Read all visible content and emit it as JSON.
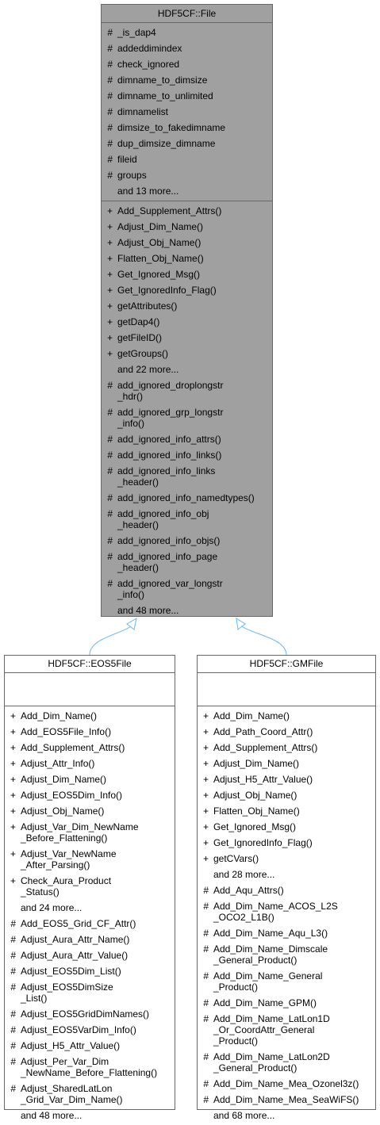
{
  "base": {
    "name": "HDF5CF::File",
    "attributes": [
      {
        "vis": "#",
        "lines": [
          "_is_dap4"
        ]
      },
      {
        "vis": "#",
        "lines": [
          "addeddimindex"
        ]
      },
      {
        "vis": "#",
        "lines": [
          "check_ignored"
        ]
      },
      {
        "vis": "#",
        "lines": [
          "dimname_to_dimsize"
        ]
      },
      {
        "vis": "#",
        "lines": [
          "dimname_to_unlimited"
        ]
      },
      {
        "vis": "#",
        "lines": [
          "dimnamelist"
        ]
      },
      {
        "vis": "#",
        "lines": [
          "dimsize_to_fakedimname"
        ]
      },
      {
        "vis": "#",
        "lines": [
          "dup_dimsize_dimname"
        ]
      },
      {
        "vis": "#",
        "lines": [
          "fileid"
        ]
      },
      {
        "vis": "#",
        "lines": [
          "groups"
        ]
      }
    ],
    "attributes_more": "and 13 more...",
    "methods": [
      {
        "vis": "+",
        "lines": [
          "Add_Supplement_Attrs()"
        ]
      },
      {
        "vis": "+",
        "lines": [
          "Adjust_Dim_Name()"
        ]
      },
      {
        "vis": "+",
        "lines": [
          "Adjust_Obj_Name()"
        ]
      },
      {
        "vis": "+",
        "lines": [
          "Flatten_Obj_Name()"
        ]
      },
      {
        "vis": "+",
        "lines": [
          "Get_Ignored_Msg()"
        ]
      },
      {
        "vis": "+",
        "lines": [
          "Get_IgnoredInfo_Flag()"
        ]
      },
      {
        "vis": "+",
        "lines": [
          "getAttributes()"
        ]
      },
      {
        "vis": "+",
        "lines": [
          "getDap4()"
        ]
      },
      {
        "vis": "+",
        "lines": [
          "getFileID()"
        ]
      },
      {
        "vis": "+",
        "lines": [
          "getGroups()"
        ]
      }
    ],
    "methods_more": "and 22 more...",
    "protected_methods": [
      {
        "vis": "#",
        "lines": [
          "add_ignored_droplongstr",
          "_hdr()"
        ]
      },
      {
        "vis": "#",
        "lines": [
          "add_ignored_grp_longstr",
          "_info()"
        ]
      },
      {
        "vis": "#",
        "lines": [
          "add_ignored_info_attrs()"
        ]
      },
      {
        "vis": "#",
        "lines": [
          "add_ignored_info_links()"
        ]
      },
      {
        "vis": "#",
        "lines": [
          "add_ignored_info_links",
          "_header()"
        ]
      },
      {
        "vis": "#",
        "lines": [
          "add_ignored_info_namedtypes()"
        ]
      },
      {
        "vis": "#",
        "lines": [
          "add_ignored_info_obj",
          "_header()"
        ]
      },
      {
        "vis": "#",
        "lines": [
          "add_ignored_info_objs()"
        ]
      },
      {
        "vis": "#",
        "lines": [
          "add_ignored_info_page",
          "_header()"
        ]
      },
      {
        "vis": "#",
        "lines": [
          "add_ignored_var_longstr",
          "_info()"
        ]
      }
    ],
    "protected_more": "and 48 more..."
  },
  "eos5": {
    "name": "HDF5CF::EOS5File",
    "methods": [
      {
        "vis": "+",
        "lines": [
          "Add_Dim_Name()"
        ]
      },
      {
        "vis": "+",
        "lines": [
          "Add_EOS5File_Info()"
        ]
      },
      {
        "vis": "+",
        "lines": [
          "Add_Supplement_Attrs()"
        ]
      },
      {
        "vis": "+",
        "lines": [
          "Adjust_Attr_Info()"
        ]
      },
      {
        "vis": "+",
        "lines": [
          "Adjust_Dim_Name()"
        ]
      },
      {
        "vis": "+",
        "lines": [
          "Adjust_EOS5Dim_Info()"
        ]
      },
      {
        "vis": "+",
        "lines": [
          "Adjust_Obj_Name()"
        ]
      },
      {
        "vis": "+",
        "lines": [
          "Adjust_Var_Dim_NewName",
          "_Before_Flattening()"
        ]
      },
      {
        "vis": "+",
        "lines": [
          "Adjust_Var_NewName",
          "_After_Parsing()"
        ]
      },
      {
        "vis": "+",
        "lines": [
          "Check_Aura_Product",
          "_Status()"
        ]
      }
    ],
    "methods_more": "and 24 more...",
    "protected_methods": [
      {
        "vis": "#",
        "lines": [
          "Add_EOS5_Grid_CF_Attr()"
        ]
      },
      {
        "vis": "#",
        "lines": [
          "Adjust_Aura_Attr_Name()"
        ]
      },
      {
        "vis": "#",
        "lines": [
          "Adjust_Aura_Attr_Value()"
        ]
      },
      {
        "vis": "#",
        "lines": [
          "Adjust_EOS5Dim_List()"
        ]
      },
      {
        "vis": "#",
        "lines": [
          "Adjust_EOS5DimSize",
          "_List()"
        ]
      },
      {
        "vis": "#",
        "lines": [
          "Adjust_EOS5GridDimNames()"
        ]
      },
      {
        "vis": "#",
        "lines": [
          "Adjust_EOS5VarDim_Info()"
        ]
      },
      {
        "vis": "#",
        "lines": [
          "Adjust_H5_Attr_Value()"
        ]
      },
      {
        "vis": "#",
        "lines": [
          "Adjust_Per_Var_Dim",
          "_NewName_Before_Flattening()"
        ]
      },
      {
        "vis": "#",
        "lines": [
          "Adjust_SharedLatLon",
          "_Grid_Var_Dim_Name()"
        ]
      }
    ],
    "protected_more": "and 48 more..."
  },
  "gm": {
    "name": "HDF5CF::GMFile",
    "methods": [
      {
        "vis": "+",
        "lines": [
          "Add_Dim_Name()"
        ]
      },
      {
        "vis": "+",
        "lines": [
          "Add_Path_Coord_Attr()"
        ]
      },
      {
        "vis": "+",
        "lines": [
          "Add_Supplement_Attrs()"
        ]
      },
      {
        "vis": "+",
        "lines": [
          "Adjust_Dim_Name()"
        ]
      },
      {
        "vis": "+",
        "lines": [
          "Adjust_H5_Attr_Value()"
        ]
      },
      {
        "vis": "+",
        "lines": [
          "Adjust_Obj_Name()"
        ]
      },
      {
        "vis": "+",
        "lines": [
          "Flatten_Obj_Name()"
        ]
      },
      {
        "vis": "+",
        "lines": [
          "Get_Ignored_Msg()"
        ]
      },
      {
        "vis": "+",
        "lines": [
          "Get_IgnoredInfo_Flag()"
        ]
      },
      {
        "vis": "+",
        "lines": [
          "getCVars()"
        ]
      }
    ],
    "methods_more": "and 28 more...",
    "protected_methods": [
      {
        "vis": "#",
        "lines": [
          "Add_Aqu_Attrs()"
        ]
      },
      {
        "vis": "#",
        "lines": [
          "Add_Dim_Name_ACOS_L2S",
          "_OCO2_L1B()"
        ]
      },
      {
        "vis": "#",
        "lines": [
          "Add_Dim_Name_Aqu_L3()"
        ]
      },
      {
        "vis": "#",
        "lines": [
          "Add_Dim_Name_Dimscale",
          "_General_Product()"
        ]
      },
      {
        "vis": "#",
        "lines": [
          "Add_Dim_Name_General",
          "_Product()"
        ]
      },
      {
        "vis": "#",
        "lines": [
          "Add_Dim_Name_GPM()"
        ]
      },
      {
        "vis": "#",
        "lines": [
          "Add_Dim_Name_LatLon1D",
          "_Or_CoordAttr_General",
          "_Product()"
        ]
      },
      {
        "vis": "#",
        "lines": [
          "Add_Dim_Name_LatLon2D",
          "_General_Product()"
        ]
      },
      {
        "vis": "#",
        "lines": [
          "Add_Dim_Name_Mea_Ozonel3z()"
        ]
      },
      {
        "vis": "#",
        "lines": [
          "Add_Dim_Name_Mea_SeaWiFS()"
        ]
      }
    ],
    "protected_more": "and 68 more..."
  },
  "colors": {
    "base_fill": "#a0a0a0",
    "border": "#666666",
    "edge": "#63b8ff"
  }
}
